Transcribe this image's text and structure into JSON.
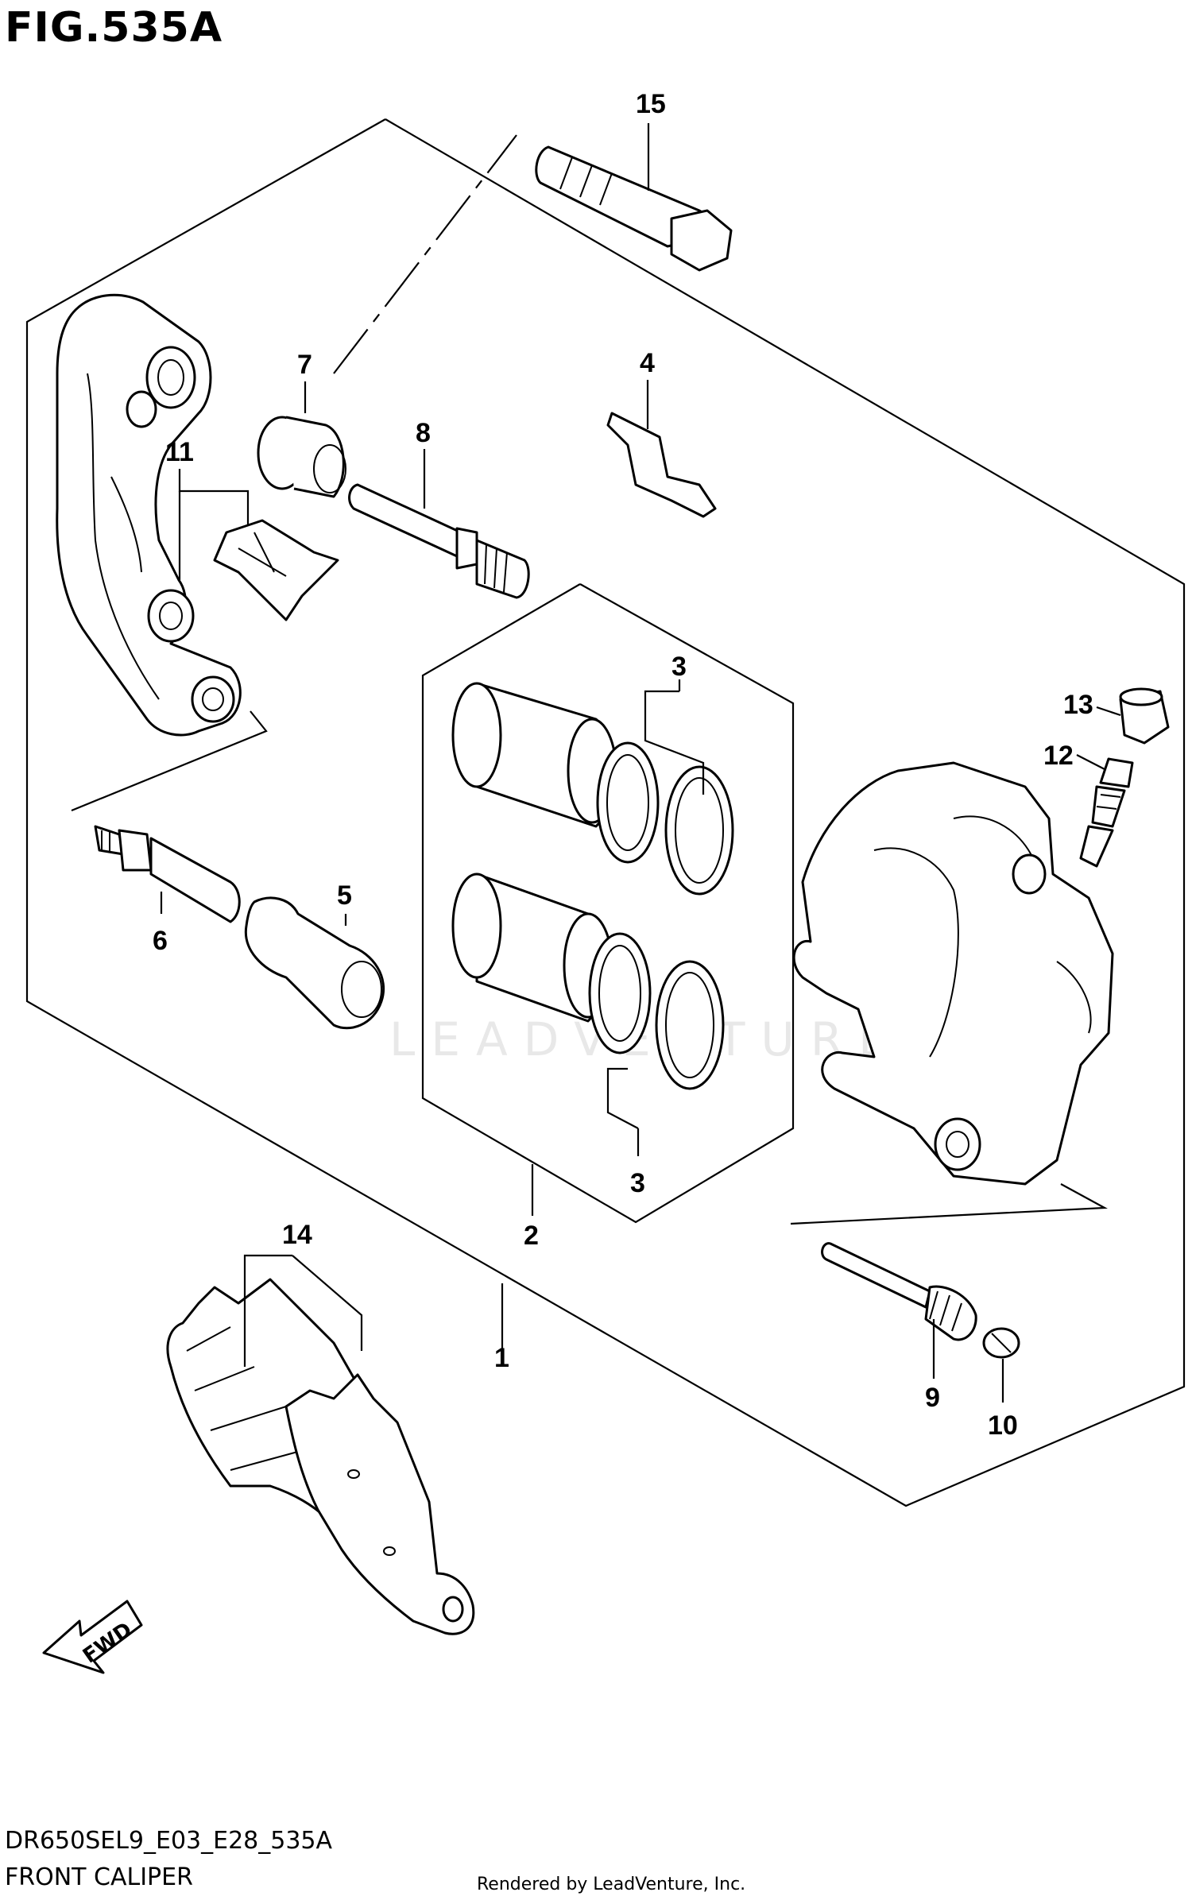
{
  "figure": {
    "title": "FIG.535A",
    "model_code": "DR650SEL9_E03_E28_535A",
    "section_name": "FRONT CALIPER",
    "rendered_by": "Rendered by LeadVenture, Inc.",
    "watermark": "LEADVENTURE",
    "direction_label": "FWD"
  },
  "callouts": [
    {
      "id": "15",
      "label": "15"
    },
    {
      "id": "7",
      "label": "7"
    },
    {
      "id": "4",
      "label": "4"
    },
    {
      "id": "8",
      "label": "8"
    },
    {
      "id": "11",
      "label": "11"
    },
    {
      "id": "3a",
      "label": "3"
    },
    {
      "id": "13",
      "label": "13"
    },
    {
      "id": "12",
      "label": "12"
    },
    {
      "id": "5",
      "label": "5"
    },
    {
      "id": "6",
      "label": "6"
    },
    {
      "id": "3b",
      "label": "3"
    },
    {
      "id": "2",
      "label": "2"
    },
    {
      "id": "14",
      "label": "14"
    },
    {
      "id": "1",
      "label": "1"
    },
    {
      "id": "9",
      "label": "9"
    },
    {
      "id": "10",
      "label": "10"
    }
  ]
}
